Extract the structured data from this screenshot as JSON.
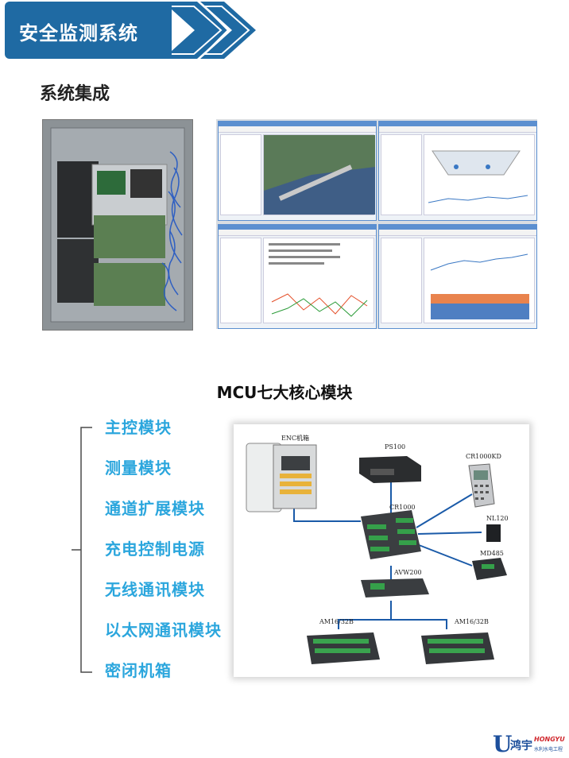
{
  "header": {
    "title": "安全监测系统"
  },
  "section": {
    "title": "系统集成"
  },
  "mcu": {
    "title": "MCU七大核心模块",
    "modules": [
      "主控模块",
      "测量模块",
      "通道扩展模块",
      "充电控制电源",
      "无线通讯模块",
      "以太网通讯模块",
      "密闭机箱"
    ]
  },
  "diagram": {
    "labels": {
      "enclosure": "ENC机箱",
      "ps": "PS100",
      "keypad": "CR1000KD",
      "logger": "CR1000",
      "nl": "NL120",
      "mux_hub": "AVW200",
      "rs": "MD485",
      "am1": "AM16/32B",
      "am2": "AM16/32B"
    }
  },
  "logo": {
    "mark": "U",
    "cn": "鸿宇",
    "en": "HONGYU",
    "sub": "水利水电工程"
  },
  "colors": {
    "banner": "#1f6aa3",
    "module_text": "#2ba6dd",
    "line": "#1a5aa8"
  }
}
